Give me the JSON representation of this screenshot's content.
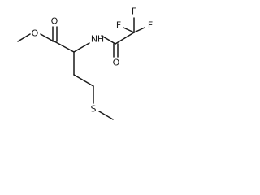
{
  "molecule": {
    "atoms": {
      "methoxy_o": "O",
      "carbonyl_o": "O",
      "amide_n": "N",
      "amide_h": "H",
      "amide_o": "O",
      "f1": "F",
      "f2": "F",
      "f3": "F",
      "sulfur": "S"
    }
  },
  "colors": {
    "bond": "#1a1a1a",
    "label": "#1a1a1a",
    "background": "#ffffff"
  }
}
